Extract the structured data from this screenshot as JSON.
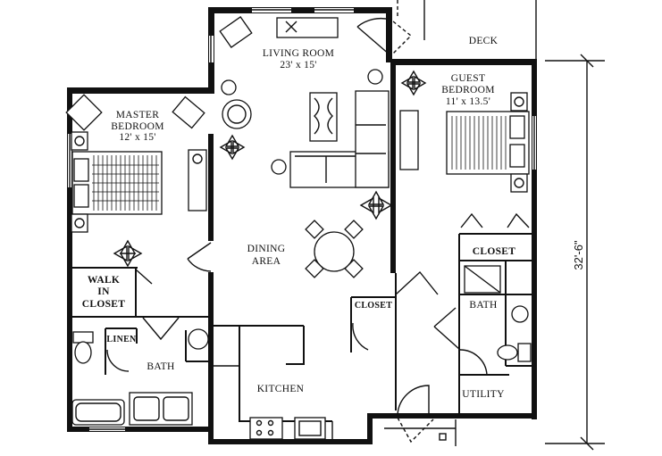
{
  "rooms": {
    "master": {
      "name_line1": "MASTER",
      "name_line2": "BEDROOM",
      "size": "12' x 15'"
    },
    "living": {
      "name": "LIVING ROOM",
      "size": "23' x 15'"
    },
    "guest": {
      "name_line1": "GUEST",
      "name_line2": "BEDROOM",
      "size": "11' x 13.5'"
    },
    "deck": "DECK",
    "dining": {
      "line1": "DINING",
      "line2": "AREA"
    },
    "walkin": {
      "line1": "WALK",
      "line2": "IN",
      "line3": "CLOSET"
    },
    "linen": "LINEN",
    "bath_left": "BATH",
    "kitchen": "KITCHEN",
    "closet_hall": "CLOSET",
    "closet_guest": "CLOSET",
    "bath_right": "BATH",
    "utility": "UTILITY"
  },
  "dimension": "32'-6\""
}
